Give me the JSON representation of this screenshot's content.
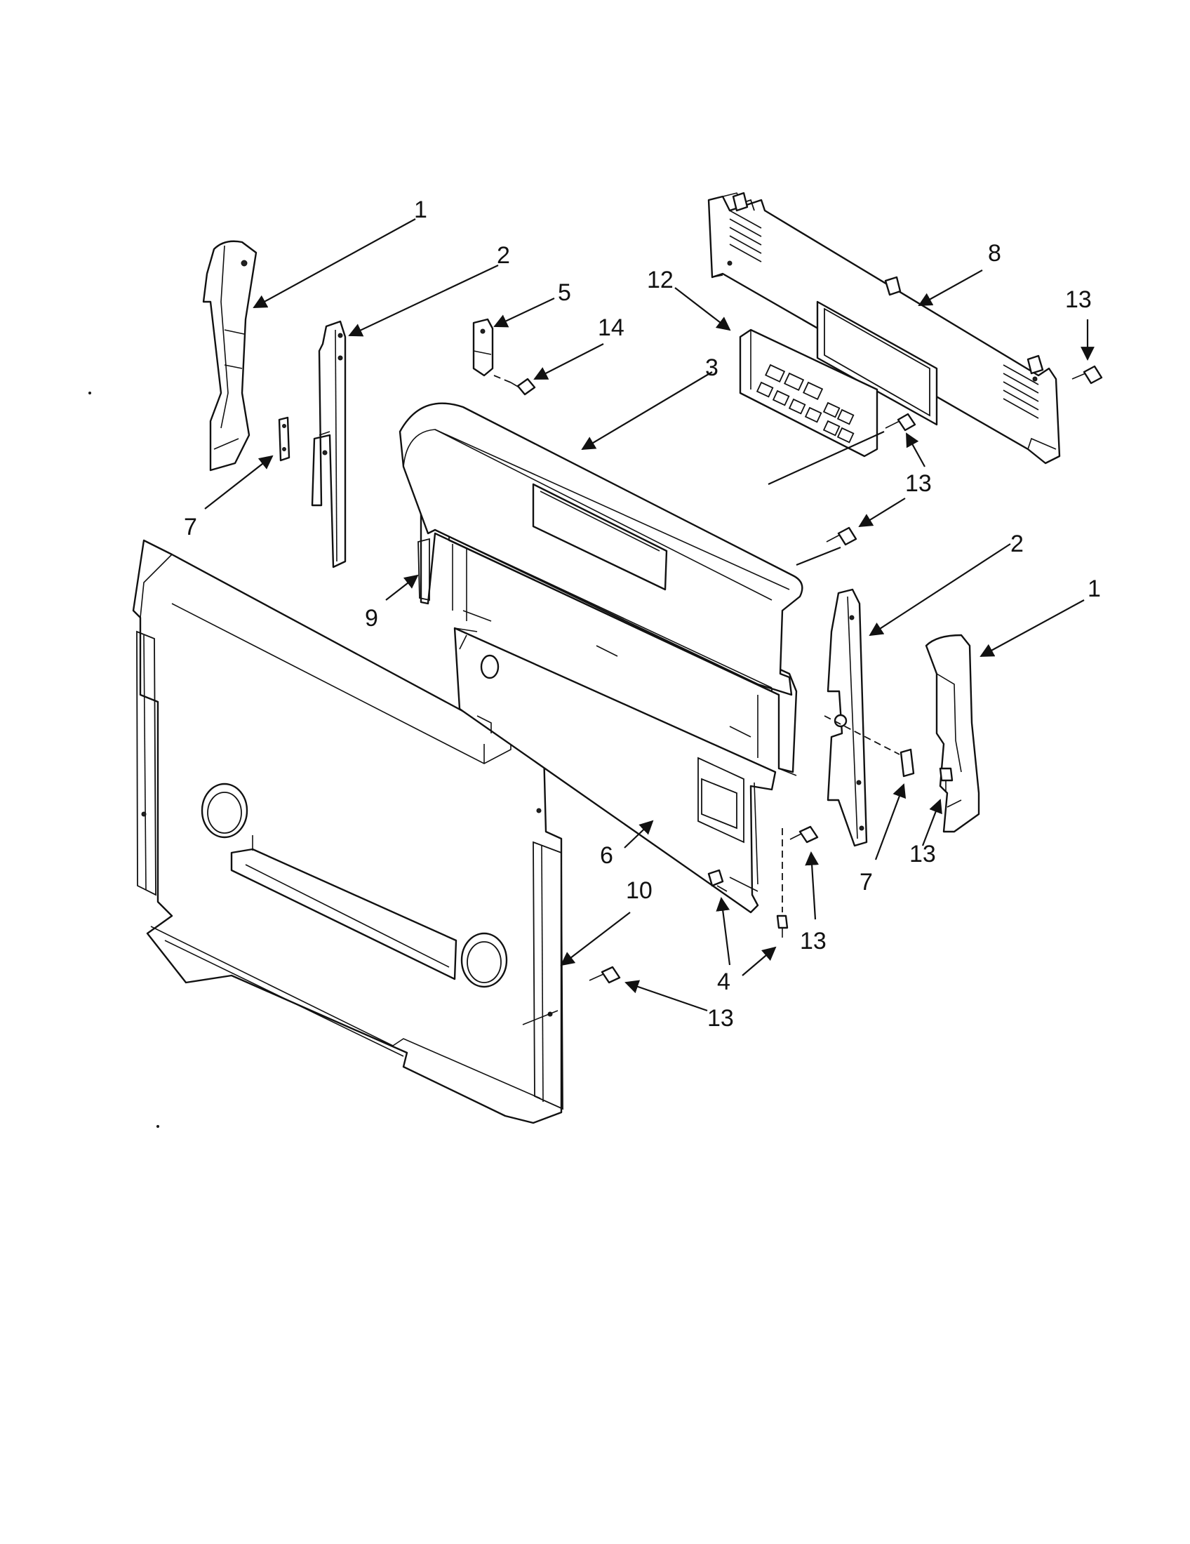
{
  "callouts": [
    {
      "id": "c1a",
      "label": "1"
    },
    {
      "id": "c2a",
      "label": "2"
    },
    {
      "id": "c5",
      "label": "5"
    },
    {
      "id": "c14",
      "label": "14"
    },
    {
      "id": "c12",
      "label": "12"
    },
    {
      "id": "c8",
      "label": "8"
    },
    {
      "id": "c13a",
      "label": "13"
    },
    {
      "id": "c3",
      "label": "3"
    },
    {
      "id": "c13b",
      "label": "13"
    },
    {
      "id": "c7a",
      "label": "7"
    },
    {
      "id": "c9",
      "label": "9"
    },
    {
      "id": "c2b",
      "label": "2"
    },
    {
      "id": "c1b",
      "label": "1"
    },
    {
      "id": "c6",
      "label": "6"
    },
    {
      "id": "c7b",
      "label": "7"
    },
    {
      "id": "c13c",
      "label": "13"
    },
    {
      "id": "c13d",
      "label": "13"
    },
    {
      "id": "c4",
      "label": "4"
    },
    {
      "id": "c10",
      "label": "10"
    },
    {
      "id": "c13e",
      "label": "13"
    }
  ]
}
